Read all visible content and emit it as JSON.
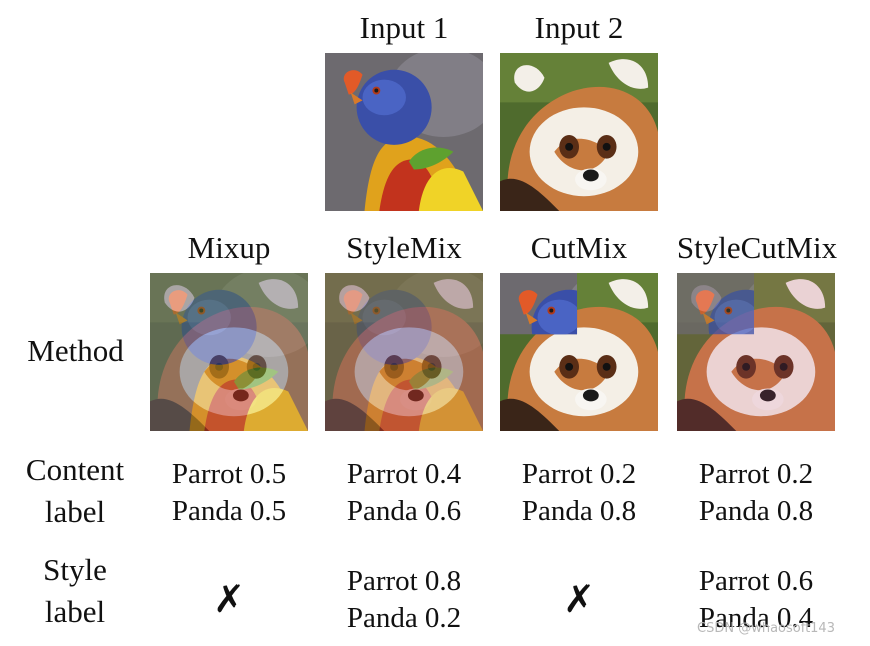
{
  "inputs": [
    {
      "label": "Input 1"
    },
    {
      "label": "Input 2"
    }
  ],
  "methods": [
    {
      "name": "Mixup",
      "content": [
        "Parrot 0.5",
        "Panda 0.5"
      ],
      "style": []
    },
    {
      "name": "StyleMix",
      "content": [
        "Parrot 0.4",
        "Panda 0.6"
      ],
      "style": [
        "Parrot 0.8",
        "Panda 0.2"
      ]
    },
    {
      "name": "CutMix",
      "content": [
        "Parrot 0.2",
        "Panda 0.8"
      ],
      "style": []
    },
    {
      "name": "StyleCutMix",
      "content": [
        "Parrot 0.2",
        "Panda 0.8"
      ],
      "style": [
        "Parrot 0.6",
        "Panda 0.4"
      ]
    }
  ],
  "row_labels": {
    "method": "Method",
    "content": [
      "Content",
      "label"
    ],
    "style": [
      "Style",
      "label"
    ]
  },
  "no_style_mark": "✗",
  "watermark": "CSDN @whaosoft143"
}
